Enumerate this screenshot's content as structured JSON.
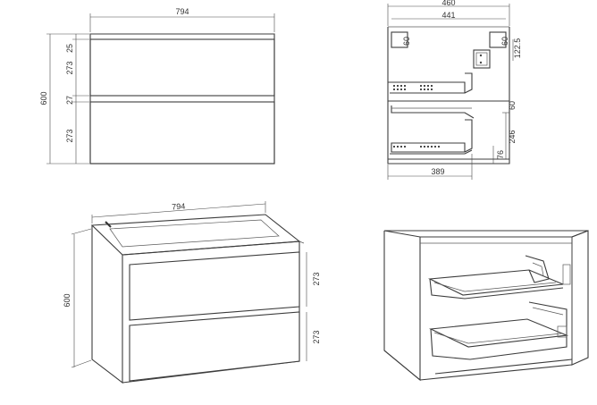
{
  "front": {
    "width": "794",
    "height": "600",
    "top_gap": "25",
    "drawer_top": "273",
    "mid_gap": "27",
    "drawer_bottom": "273"
  },
  "side": {
    "depth_total": "460",
    "depth_inner": "441",
    "top_left_rail": "60",
    "top_right_rail": "60",
    "hardware": "122.5",
    "mid_rail": "60",
    "lower_drawer": "246",
    "foot": "76",
    "drawer_depth": "389"
  },
  "iso": {
    "width": "794",
    "height": "600",
    "drawer_top": "273",
    "drawer_bottom": "273"
  },
  "colors": {
    "line": "#3c3c3c",
    "background": "#ffffff"
  }
}
